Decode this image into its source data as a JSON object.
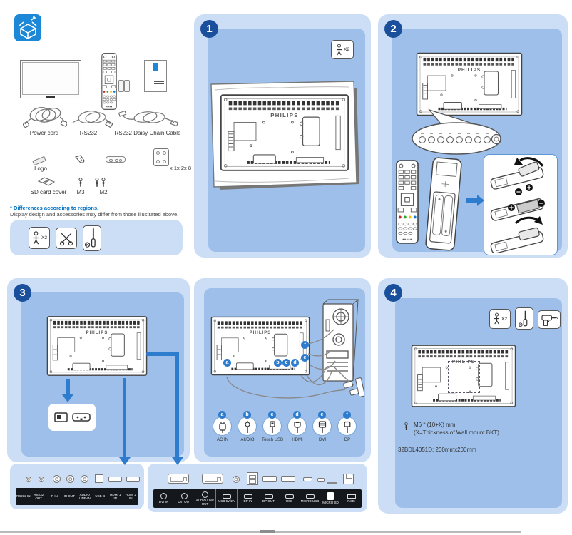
{
  "doc": {
    "brand": "PHILIPS"
  },
  "packing": {
    "labels": {
      "power_cord": "Power cord",
      "rs232": "RS232",
      "daisy": "RS232 Daisy Chain Cable",
      "logo": "Logo",
      "sd_cover": "SD card cover",
      "m3": "M3",
      "m2": "M2",
      "counts": "x 1x 2x 8"
    },
    "note1": "* Differences according to regions.",
    "note2": "Display design and accessories may differ from those illustrated above."
  },
  "tools": {
    "x2_label": "X2"
  },
  "steps": {
    "s1": {
      "num": "1"
    },
    "s2": {
      "num": "2"
    },
    "s3": {
      "num": "3"
    },
    "s4": {
      "num": "4",
      "screw_spec": "M6 * (10+X) mm",
      "screw_note": "(X=Thickness of  Wall mount BKT)",
      "vesa": "32BDL4051D: 200mmx200mm"
    }
  },
  "cables": [
    {
      "letter": "a",
      "label": "AC IN"
    },
    {
      "letter": "b",
      "label": "AUDIO"
    },
    {
      "letter": "c",
      "label": "Touch USB"
    },
    {
      "letter": "d",
      "label": "HDMI"
    },
    {
      "letter": "e",
      "label": "DVI"
    },
    {
      "letter": "f",
      "label": "DP"
    }
  ],
  "ports_side": [
    "RS232 IN",
    "RS232 OUT",
    "IR IN",
    "IR OUT",
    "AUDIO LINE-IN",
    "USB-B",
    "HDMI 1 IN",
    "HDMI 2 IN"
  ],
  "ports_bottom": [
    "DVI IN",
    "DVI OUT",
    "AUDIO LINE OUT",
    "USB 5V/2A",
    "DP IN",
    "DP OUT",
    "USB",
    "MICRO USB",
    "MICRO SD",
    "RJ45"
  ],
  "colors": {
    "panel": "#ccddf6",
    "panel_inner": "#9dbfe9",
    "badge": "#1a4f9c",
    "accent": "#2e7ccd",
    "note_blue": "#0070c0"
  }
}
